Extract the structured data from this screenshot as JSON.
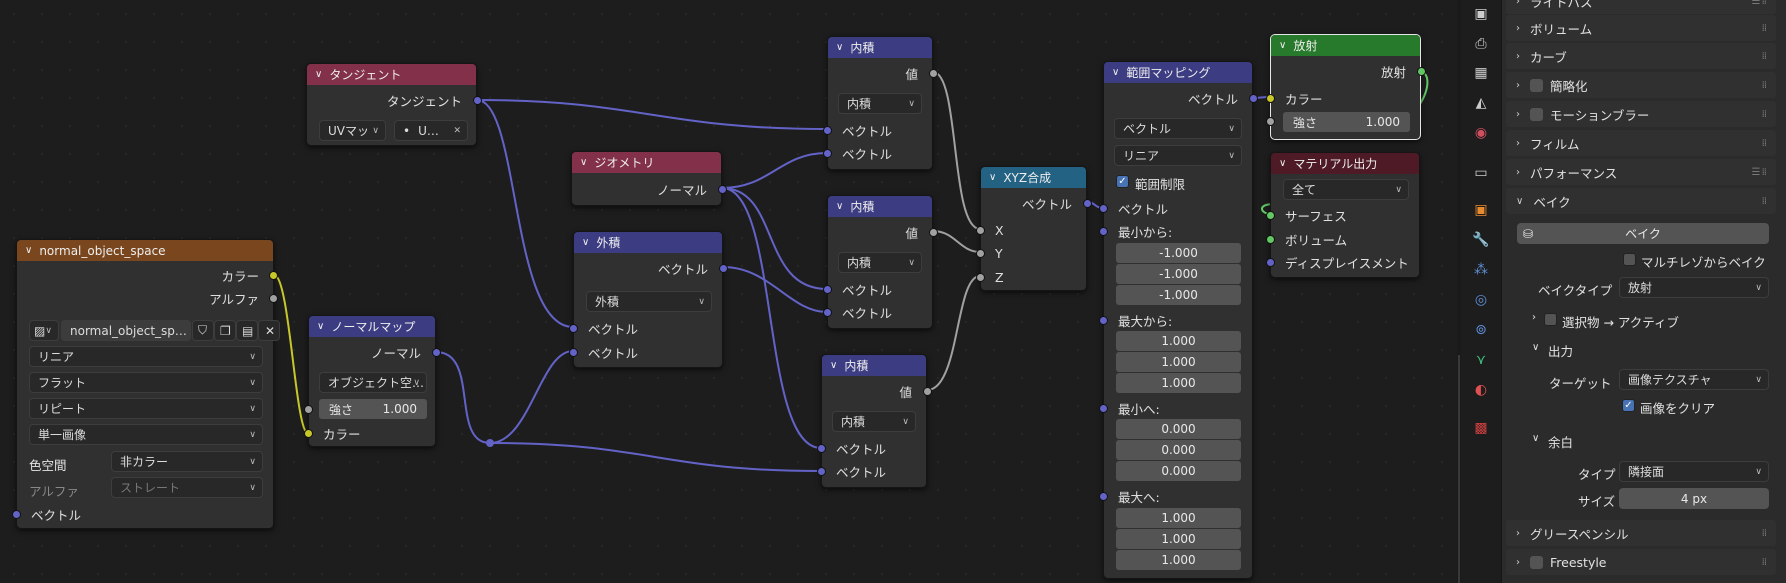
{
  "nodes": {
    "tangent": {
      "title": "タンジェント",
      "out_label": "タンジェント",
      "map_type": "UVマッ",
      "uv_map": "U…"
    },
    "image": {
      "title": "normal_object_space",
      "out_color": "カラー",
      "out_alpha": "アルファ",
      "image_name": "normal_object_sp…",
      "interp": "リニア",
      "proj": "フラット",
      "ext": "リピート",
      "source": "単一画像",
      "colorspace_label": "色空間",
      "colorspace": "非カラー",
      "alpha_label": "アルファ",
      "alpha": "ストレート",
      "in_vector": "ベクトル"
    },
    "normalmap": {
      "title": "ノーマルマップ",
      "out_label": "ノーマル",
      "space": "オブジェクト空…",
      "strength_label": "強さ",
      "strength": "1.000",
      "in_color": "カラー"
    },
    "geometry": {
      "title": "ジオメトリ",
      "out_label": "ノーマル"
    },
    "cross": {
      "title": "外積",
      "out_label": "ベクトル",
      "op": "外積",
      "in1": "ベクトル",
      "in2": "ベクトル"
    },
    "dot1": {
      "title": "内積",
      "out_label": "値",
      "op": "内積",
      "in1": "ベクトル",
      "in2": "ベクトル"
    },
    "dot2": {
      "title": "内積",
      "out_label": "値",
      "op": "内積",
      "in1": "ベクトル",
      "in2": "ベクトル"
    },
    "dot3": {
      "title": "内積",
      "out_label": "値",
      "op": "内積",
      "in1": "ベクトル",
      "in2": "ベクトル"
    },
    "combine": {
      "title": "XYZ合成",
      "out_label": "ベクトル",
      "x": "X",
      "y": "Y",
      "z": "Z"
    },
    "maprange": {
      "title": "範囲マッピング",
      "out_label": "ベクトル",
      "type": "ベクトル",
      "interp": "リニア",
      "clamp": "範囲制限",
      "in_vector": "ベクトル",
      "from_min_label": "最小から:",
      "from_min": [
        "-1.000",
        "-1.000",
        "-1.000"
      ],
      "from_max_label": "最大から:",
      "from_max": [
        "1.000",
        "1.000",
        "1.000"
      ],
      "to_min_label": "最小へ:",
      "to_min": [
        "0.000",
        "0.000",
        "0.000"
      ],
      "to_max_label": "最大へ:",
      "to_max": [
        "1.000",
        "1.000",
        "1.000"
      ]
    },
    "emission": {
      "title": "放射",
      "out_label": "放射",
      "in_color": "カラー",
      "strength_label": "強さ",
      "strength": "1.000"
    },
    "output": {
      "title": "マテリアル出力",
      "target": "全て",
      "in_surface": "サーフェス",
      "in_volume": "ボリューム",
      "in_disp": "ディスプレイスメント"
    }
  },
  "colors": {
    "header_input": "#83314a",
    "header_vector": "#3c3c83",
    "header_converter": "#3c3c83",
    "header_texture": "#79461d",
    "header_shader": "#27792b",
    "header_output": "#4d1a25",
    "header_combine": "#246283",
    "link_vector": "#6363c7",
    "link_float": "#a1a1a1",
    "link_color": "#c7c729"
  },
  "props": {
    "partial_top": "ライトパス",
    "panels": {
      "volume": "ボリューム",
      "curves": "カーブ",
      "simplify": "簡略化",
      "motion_blur": "モーションブラー",
      "film": "フィルム",
      "performance": "パフォーマンス",
      "bake": "ベイク",
      "grease_pencil": "グリースペンシル",
      "freestyle": "Freestyle"
    },
    "bake": {
      "button": "ベイク",
      "multires": "マルチレゾからベイク",
      "type_label": "ベイクタイプ",
      "type": "放射",
      "selected_to_active": "選択物 → アクティブ",
      "output_label": "出力",
      "target_label": "ターゲット",
      "target": "画像テクスチャ",
      "clear_image": "画像をクリア",
      "margin_label": "余白",
      "margin_type_label": "タイプ",
      "margin_type": "隣接面",
      "size_label": "サイズ",
      "size": "4 px"
    }
  },
  "icons": [
    "render-icon",
    "output-icon",
    "view-layer-icon",
    "scene-icon",
    "world-icon",
    "collection-icon",
    "object-icon",
    "modifier-icon",
    "particles-icon",
    "physics-icon",
    "constraints-icon",
    "data-icon",
    "material-icon",
    "texture-icon"
  ]
}
